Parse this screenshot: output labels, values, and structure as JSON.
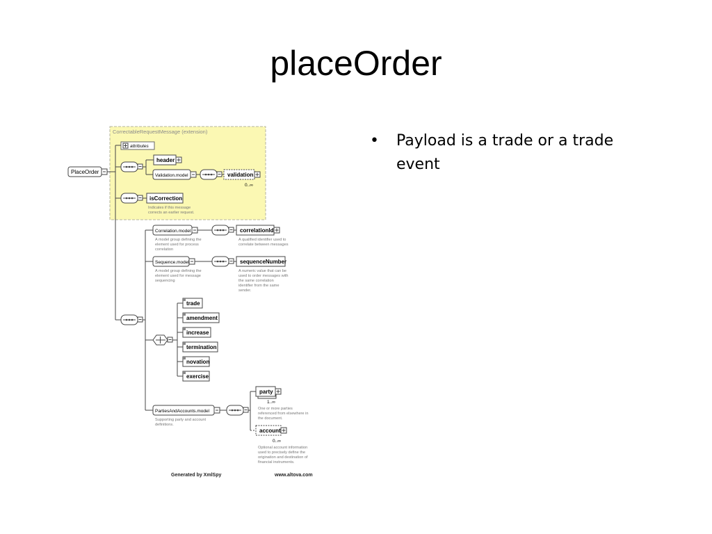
{
  "slide": {
    "title": "placeOrder",
    "bullets": [
      {
        "marker": "•",
        "text": "Payload is a trade or a trade event"
      }
    ]
  },
  "diagram": {
    "extension_label": "CorrectableRequestMessage",
    "extension_suffix": "(extension)",
    "attributes_label": "attributes",
    "root": "PlaceOrder",
    "header": "header",
    "validation_model": "Validation.model",
    "validation": "validation",
    "validation_occurs": "0..∞",
    "is_correction": "isCorrection",
    "is_correction_doc": [
      "Indicates if this message",
      "corrects an earlier request."
    ],
    "correlation_model": "Correlation.model",
    "correlation_model_doc": [
      "A model group defining the",
      "element used for process",
      "correlation"
    ],
    "correlation_id": "correlationId",
    "correlation_id_doc": [
      "A qualified identifier used to",
      "correlate between messages"
    ],
    "sequence_model": "Sequence.model",
    "sequence_model_doc": [
      "A model group defining the",
      "element used for message",
      "sequencing"
    ],
    "sequence_number": "sequenceNumber",
    "sequence_number_doc": [
      "A numeric value that can be",
      "used to order messages with",
      "the same correlation",
      "identifier from the same",
      "sender."
    ],
    "choices": [
      "trade",
      "amendment",
      "increase",
      "termination",
      "novation",
      "exercise"
    ],
    "parties_model": "PartiesAndAccounts.model",
    "parties_model_doc": [
      "Supporting party and account",
      "definitions."
    ],
    "party": "party",
    "party_occurs": "1..∞",
    "party_doc": [
      "One or more parties",
      "referenced from elsewhere in",
      "the document."
    ],
    "account": "account",
    "account_occurs": "0..∞",
    "account_doc": [
      "Optional account information",
      "used to precisely define the",
      "origination and destination of",
      "financial instruments."
    ],
    "footer_left": "Generated by XmlSpy",
    "footer_right": "www.altova.com"
  },
  "colors": {
    "extension_fill": "#fbf8b3",
    "extension_border": "#b4b4a0",
    "line": "#444444"
  }
}
